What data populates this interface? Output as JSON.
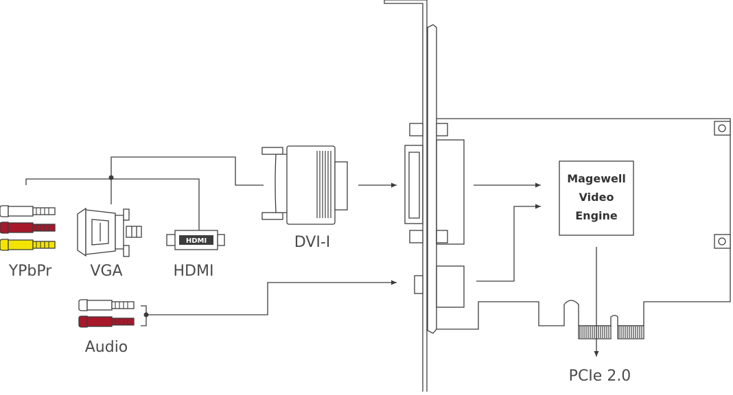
{
  "labels": {
    "ypbpr": "YPbPr",
    "vga": "VGA",
    "hdmi": "HDMI",
    "audio": "Audio",
    "dvi": "DVI-I",
    "pcie": "PCIe 2.0",
    "hdmi_logo": "HDMI"
  },
  "engine": {
    "line1": "Magewell",
    "line2": "Video",
    "line3": "Engine"
  },
  "colors": {
    "line": "#3c3c3c",
    "label": "#4a4a4a",
    "plug_white": "#ffffff",
    "plug_red": "#a6182a",
    "plug_yellow": "#f2e400"
  }
}
